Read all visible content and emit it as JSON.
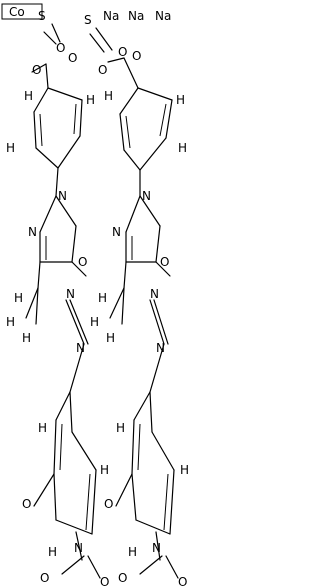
{
  "top_labels": [
    "Co",
    "Na",
    "Na",
    "Na"
  ],
  "molecule_halves": [
    {
      "sulfur": "S",
      "sulfonyl_o_1": "O",
      "sulfonyl_o_2": "O",
      "sulfonyl_oh": "O",
      "h_labels": [
        "H",
        "H",
        "H"
      ],
      "ring_n": "N",
      "pyrazole_n": "N",
      "carbonyl_o": "O",
      "methyl_h": [
        "H",
        "H",
        "H"
      ],
      "azo_n1": "N",
      "azo_n2": "N",
      "phenol_o": "O",
      "nitro_n": "N",
      "nitro_o1": "O",
      "nitro_o2": "O",
      "lower_h": [
        "H",
        "H",
        "H"
      ]
    },
    {
      "sulfur": "S",
      "sulfonyl_o_1": "O",
      "sulfonyl_o_2": "O",
      "sulfonyl_oh": "O",
      "h_labels": [
        "H",
        "H",
        "H"
      ],
      "ring_n": "N",
      "pyrazole_n": "N",
      "carbonyl_o": "O",
      "methyl_h": [
        "H",
        "H",
        "H"
      ],
      "azo_n1": "N",
      "azo_n2": "N",
      "phenol_o": "O",
      "nitro_n": "N",
      "nitro_o1": "O",
      "nitro_o2": "O",
      "lower_h": [
        "H",
        "H",
        "H"
      ]
    }
  ]
}
